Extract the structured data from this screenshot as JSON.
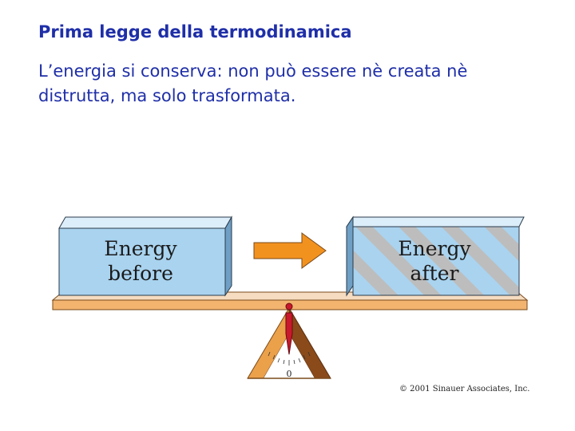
{
  "slide": {
    "title": "Prima legge della termodinamica",
    "body": "L’energia si conserva: non può essere nè creata nè distrutta, ma solo trasformata."
  },
  "figure": {
    "box_before": {
      "line1": "Energy",
      "line2": "before"
    },
    "box_after": {
      "line1": "Energy",
      "line2": "after"
    },
    "gauge_zero_label": "0",
    "credit": "© 2001 Sinauer Associates, Inc.",
    "colors": {
      "box_fill": "#a9d3ef",
      "box_top": "#dceefa",
      "box_side": "#6f9fc4",
      "hatch": "#bdbdbd",
      "arrow": "#f2921e",
      "beam_top": "#f6dcc0",
      "beam_front": "#f2b46f",
      "fulcrum_light": "#eba04a",
      "fulcrum_dark": "#8a4a1a",
      "needle": "#c81a2c",
      "title_text": "#1f2fa8"
    }
  }
}
